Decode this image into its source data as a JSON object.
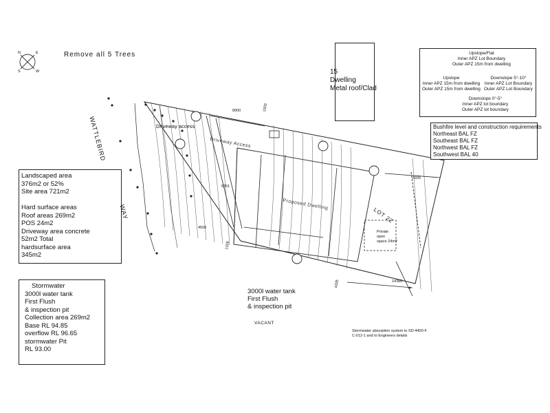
{
  "compass": {
    "n": "N",
    "e": "E",
    "s": "S",
    "w": "W"
  },
  "header_note": "Remove all 5 Trees",
  "dwelling_box": [
    "15",
    "Dwelling",
    "Metal roof/Clad"
  ],
  "apz_box": {
    "upslope_flat": [
      "Upslope/Flat",
      "Inner APZ Lot Boundary",
      "Outer APZ 15m from dwelling"
    ],
    "upslope": [
      "Upslope",
      "Inner APZ 15m from dwelling",
      "Outer APZ 15m from dwelling"
    ],
    "downslope_5_10": [
      "Downslope 5°-10°",
      "Inner APZ Lot Boundary",
      "Outer APZ Lot Boundary"
    ],
    "downslope_0_5": [
      "Downslope 0°-5°",
      "Inner APZ lot boundary",
      "Outer APZ lot boundary"
    ]
  },
  "bal_box": [
    "Bushfire level and construction requirements",
    "Northeast BAL FZ",
    "Southeast BAL FZ",
    "Northwest BAL FZ",
    "Southwest BAL 40"
  ],
  "landscape_box": [
    "Landscaped area",
    "376m2 or 52%",
    "Site area 721m2",
    "",
    "Hard surface areas",
    "Roof areas 269m2",
    "POS 24m2",
    "Driveway area concrete",
    "52m2 Total",
    "hardsurface area",
    "345m2"
  ],
  "stormwater_box": [
    "Stormwater",
    "3000l water tank",
    "First Flush",
    "& inspection pit",
    "Collection area 269m2",
    "Base RL 94.85",
    "overflow RL 96.65",
    "stormwater Pit",
    "RL 93.00"
  ],
  "tank_note": [
    "3000l water tank",
    "First Flush",
    "& inspection pit"
  ],
  "absorption_note": [
    "Stormwater absorption system to SD-4400-F",
    "C-012-1 and to Engineers details"
  ],
  "plan_labels": {
    "street_top": "WATTLEBIRD",
    "street_bottom": "WAY",
    "driveway_access_left": "Driveway access",
    "driveway_access_mid": "Driveway Access",
    "proposed_dwelling": "Proposed Dwelling",
    "lot": "LOT 22",
    "private_open_space": [
      "Private",
      "open",
      "space 24m2"
    ],
    "vacant": "VACANT"
  },
  "dimensions": {
    "top": "8900",
    "top_short": "1503",
    "right_top": "6926",
    "mid": "6351",
    "left_bottom": "4500",
    "left_bottom2": "1326",
    "bottom_right": "14386",
    "bottom_mid": "4335"
  }
}
